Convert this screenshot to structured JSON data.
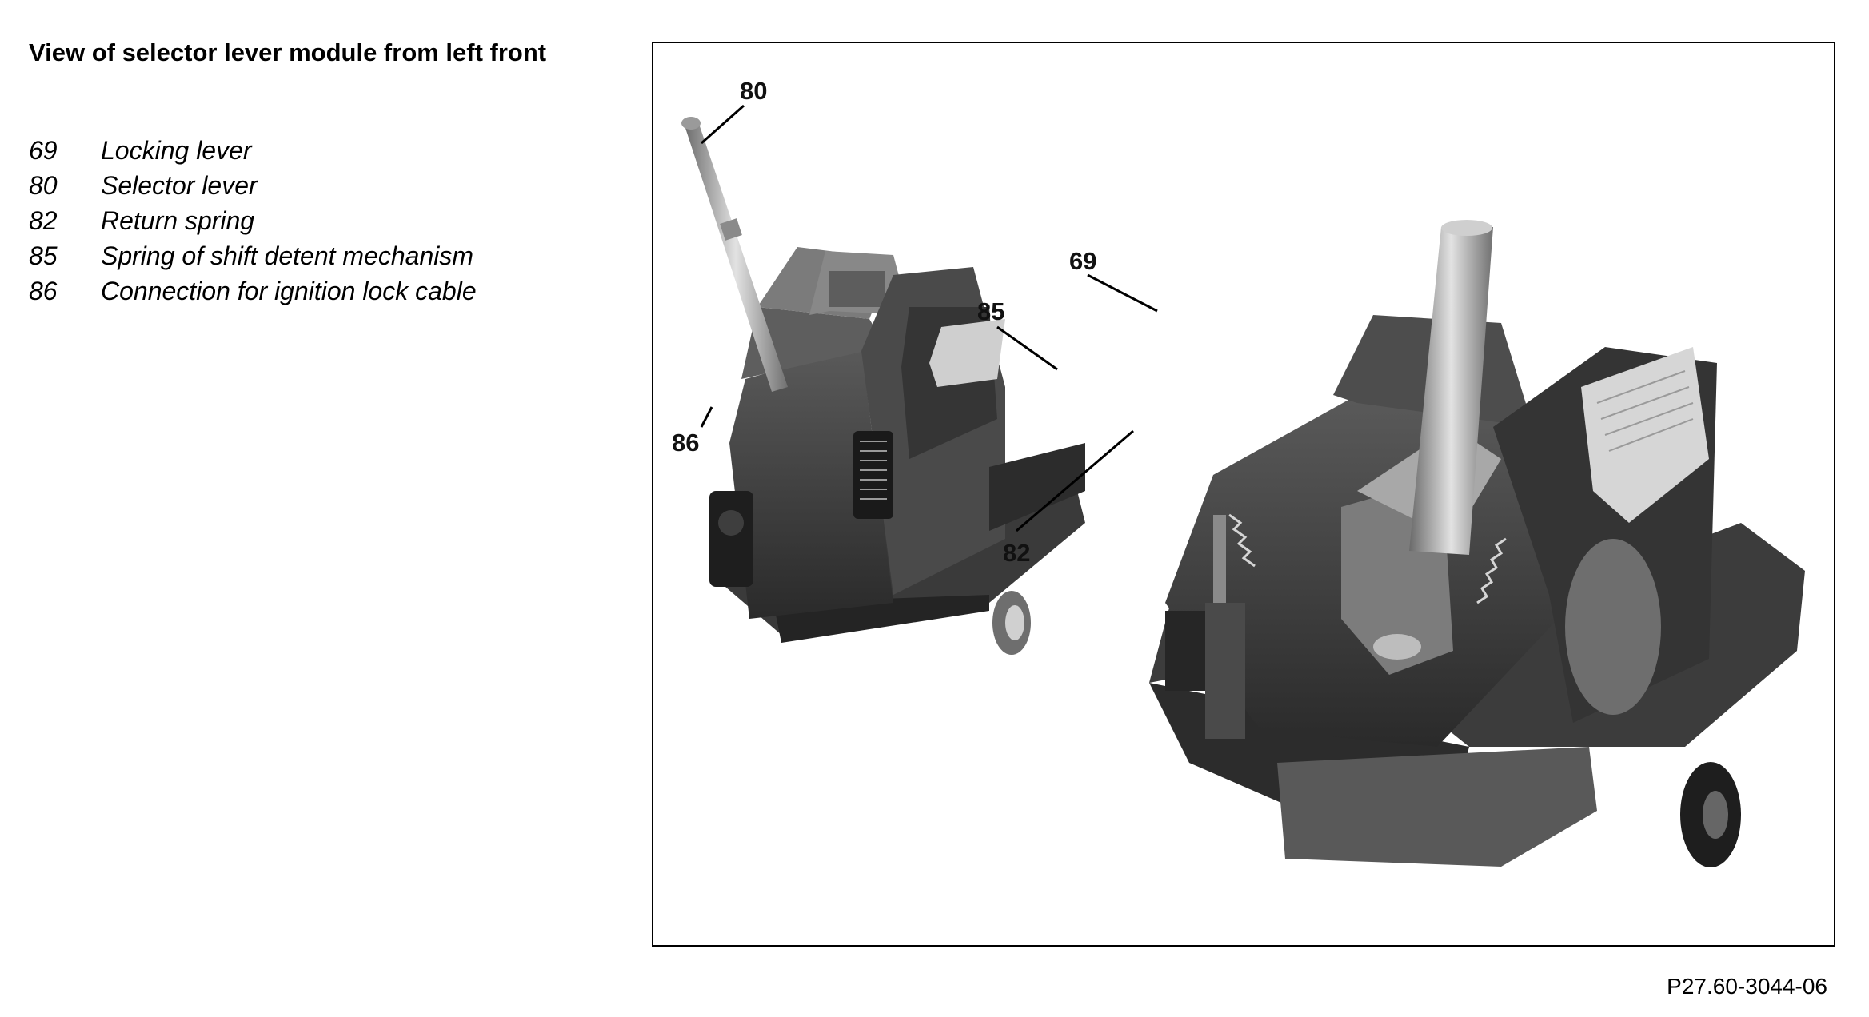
{
  "document": {
    "title": "View of selector lever module from left front",
    "legend": [
      {
        "number": "69",
        "label": "Locking lever"
      },
      {
        "number": "80",
        "label": "Selector lever"
      },
      {
        "number": "82",
        "label": "Return spring"
      },
      {
        "number": "85",
        "label": "Spring of shift detent mechanism"
      },
      {
        "number": "86",
        "label": "Connection for ignition lock cable"
      }
    ],
    "figure": {
      "callouts": {
        "c80": "80",
        "c69": "69",
        "c85": "85",
        "c86": "86",
        "c82": "82"
      },
      "reference": "P27.60-3044-06"
    }
  }
}
